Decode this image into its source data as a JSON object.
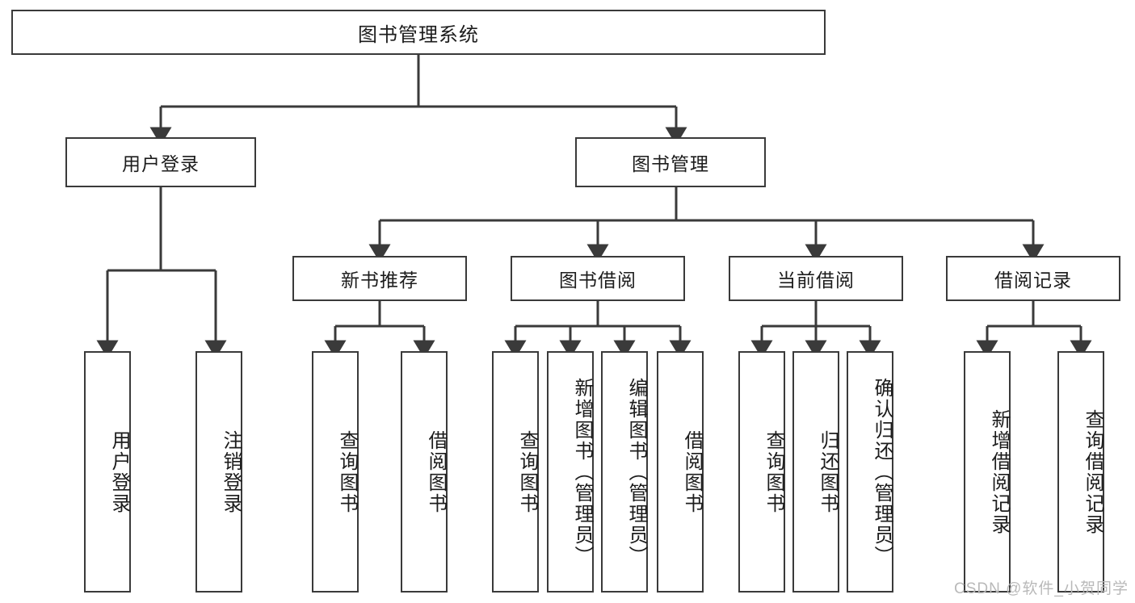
{
  "diagram": {
    "type": "tree-hierarchy",
    "title_node": {
      "label": "图书管理系统"
    },
    "level1": [
      {
        "id": "user-login",
        "label": "用户登录"
      },
      {
        "id": "book-manage",
        "label": "图书管理"
      }
    ],
    "level2": [
      {
        "id": "new-book-rec",
        "label": "新书推荐",
        "parent": "book-manage"
      },
      {
        "id": "book-borrow",
        "label": "图书借阅",
        "parent": "book-manage"
      },
      {
        "id": "current-borrow",
        "label": "当前借阅",
        "parent": "book-manage"
      },
      {
        "id": "borrow-record",
        "label": "借阅记录",
        "parent": "book-manage"
      }
    ],
    "leaves": {
      "user-login": [
        {
          "id": "leaf-user-login",
          "label": "用户登录"
        },
        {
          "id": "leaf-logout",
          "label": "注销登录"
        }
      ],
      "new-book-rec": [
        {
          "id": "leaf-query-book-1",
          "label": "查询图书"
        },
        {
          "id": "leaf-borrow-book-1",
          "label": "借阅图书"
        }
      ],
      "book-borrow": [
        {
          "id": "leaf-query-book-2",
          "label": "查询图书"
        },
        {
          "id": "leaf-add-book",
          "label": "新增图书（管理员）"
        },
        {
          "id": "leaf-edit-book",
          "label": "编辑图书（管理员）"
        },
        {
          "id": "leaf-borrow-book-2",
          "label": "借阅图书"
        }
      ],
      "current-borrow": [
        {
          "id": "leaf-query-book-3",
          "label": "查询图书"
        },
        {
          "id": "leaf-return-book",
          "label": "归还图书"
        },
        {
          "id": "leaf-confirm-return",
          "label": "确认归还（管理员）"
        }
      ],
      "borrow-record": [
        {
          "id": "leaf-add-record",
          "label": "新增借阅记录"
        },
        {
          "id": "leaf-query-record",
          "label": "查询借阅记录"
        }
      ]
    }
  },
  "watermark": {
    "text": "CSDN @软件_小贺同学"
  },
  "colors": {
    "stroke": "#3a3a3a",
    "fill": "#ffffff",
    "text": "#1c1c1c",
    "watermark": "#b9b9b9"
  }
}
